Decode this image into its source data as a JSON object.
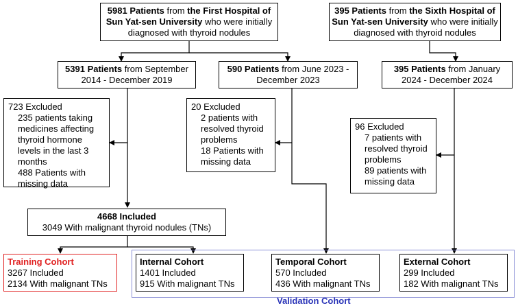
{
  "source1": {
    "count": "5981 Patients",
    "from": " from ",
    "hospital": "the First Hospital of Sun Yat-sen University",
    "rest": " who were initially diagnosed with thyroid nodules"
  },
  "source2": {
    "count": "395 Patients",
    "from": " from ",
    "hospital": "the Sixth Hospital of Sun Yat-sen University",
    "rest": " who were initially diagnosed with thyroid nodules"
  },
  "period1": {
    "count": "5391 Patients",
    "rest": " from September 2014 - December 2019"
  },
  "period2": {
    "count": "590 Patients",
    "rest": " from June 2023 - December 2023"
  },
  "period3": {
    "count": "395 Patients",
    "rest": " from January 2024 - December 2024"
  },
  "excluded1": {
    "title": "723 Excluded",
    "line1": "235 patients taking medicines affecting thyroid hormone levels in the last 3 months",
    "line2": "488 Patients with missing data"
  },
  "excluded2": {
    "title": "20 Excluded",
    "line1": "2 patients with resolved thyroid problems",
    "line2": "18 Patients with missing data"
  },
  "excluded3": {
    "title": "96 Excluded",
    "line1": "7 patients with resolved thyroid problems",
    "line2": "89 patients with missing data"
  },
  "included": {
    "title": "4668 Included",
    "line1": "3049 With malignant thyroid nodules (TNs)"
  },
  "training": {
    "title": "Training Cohort",
    "line1": "3267 Included",
    "line2": "2134 With malignant TNs"
  },
  "internal": {
    "title": "Internal Cohort",
    "line1": "1401 Included",
    "line2": "915 With malignant TNs"
  },
  "temporal": {
    "title": "Temporal Cohort",
    "line1": "570 Included",
    "line2": "436 With malignant TNs"
  },
  "external": {
    "title": "External Cohort",
    "line1": "299 Included",
    "line2": "182 With malignant TNs"
  },
  "validation_label": "Validation Cohort",
  "colors": {
    "training_border": "#e02020",
    "validation_frame": "#8a8fd6",
    "validation_text": "#2b35b8"
  }
}
